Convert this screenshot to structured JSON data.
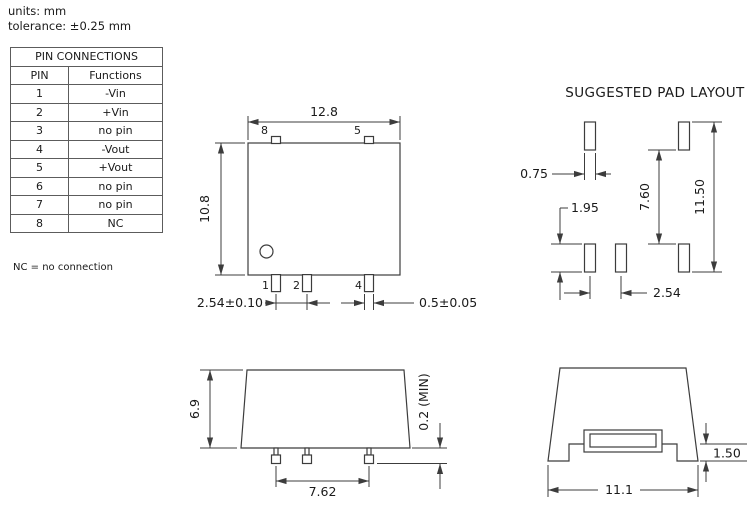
{
  "colors": {
    "ink": "#3c3c3c",
    "background": "#ffffff"
  },
  "header": {
    "units": "units: mm",
    "tolerance": "tolerance: ±0.25 mm"
  },
  "pin_table": {
    "title": "PIN CONNECTIONS",
    "columns": [
      "PIN",
      "Functions"
    ],
    "rows": [
      {
        "pin": "1",
        "function": "-Vin"
      },
      {
        "pin": "2",
        "function": "+Vin"
      },
      {
        "pin": "3",
        "function": "no pin"
      },
      {
        "pin": "4",
        "function": "-Vout"
      },
      {
        "pin": "5",
        "function": "+Vout"
      },
      {
        "pin": "6",
        "function": "no pin"
      },
      {
        "pin": "7",
        "function": "no pin"
      },
      {
        "pin": "8",
        "function": "NC"
      }
    ],
    "note": "NC = no connection"
  },
  "top_view": {
    "dim_width": "12.8",
    "dim_height": "10.8",
    "dim_pitch": "2.54±0.10",
    "dim_pin_width": "0.5±0.05",
    "pin_labels": {
      "p8": "8",
      "p5": "5",
      "p1": "1",
      "p2": "2",
      "p4": "4"
    }
  },
  "pad_layout": {
    "title": "SUGGESTED PAD LAYOUT",
    "dim_pad_width": "0.75",
    "dim_pad_length": "1.95",
    "dim_row_gap": "7.60",
    "dim_overall_height": "11.50",
    "dim_pitch": "2.54"
  },
  "side_view": {
    "dim_height": "6.9",
    "dim_pin_pitch": "7.62",
    "dim_standoff": "0.2 (MIN)"
  },
  "front_view": {
    "dim_foot_height": "1.50",
    "dim_width": "11.1"
  }
}
